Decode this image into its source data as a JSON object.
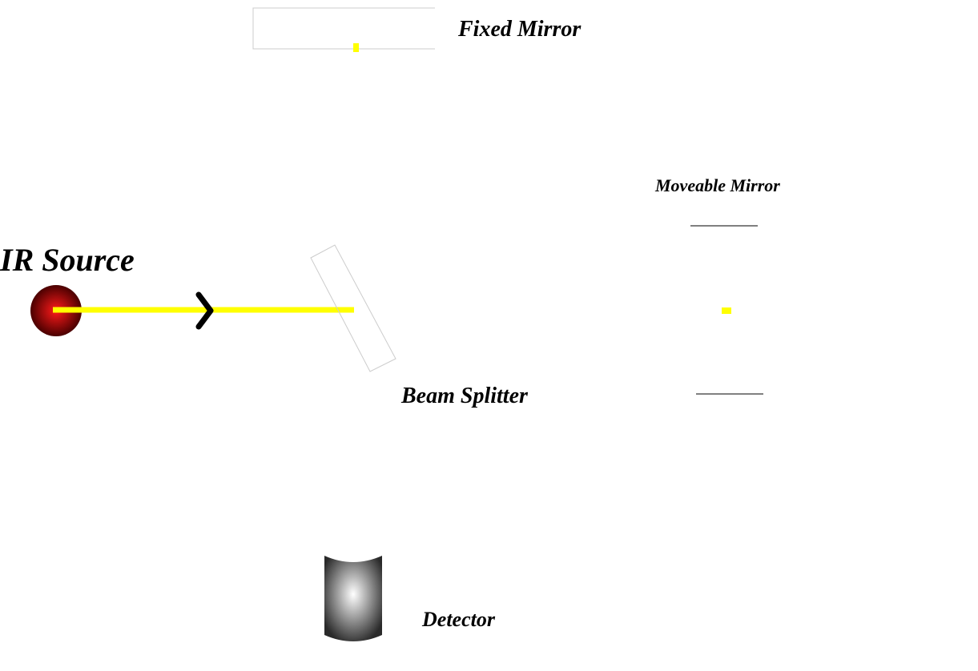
{
  "labels": {
    "fixed_mirror": "Fixed Mirror",
    "moveable_mirror": "Moveable Mirror",
    "ir_source": "IR Source",
    "beam_splitter": "Beam Splitter",
    "detector": "Detector"
  },
  "colors": {
    "beam": "#ffff00",
    "source_core": "#ff1a1a",
    "source_edge": "#4a0000",
    "detector_light": "#ffffff",
    "detector_dark": "#2a2a2a",
    "outline": "#cccccc",
    "arrow": "#000000"
  }
}
